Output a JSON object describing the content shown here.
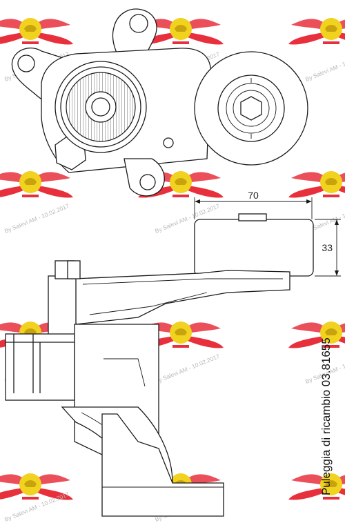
{
  "watermark": {
    "text": "By Salevi AM - 10.02.2017",
    "logo_color": "#f0d21f",
    "wing_color": "#e8303c"
  },
  "dimensions": {
    "width": "70",
    "height": "33"
  },
  "caption": "Puleggia di ricambio 03.81655"
}
